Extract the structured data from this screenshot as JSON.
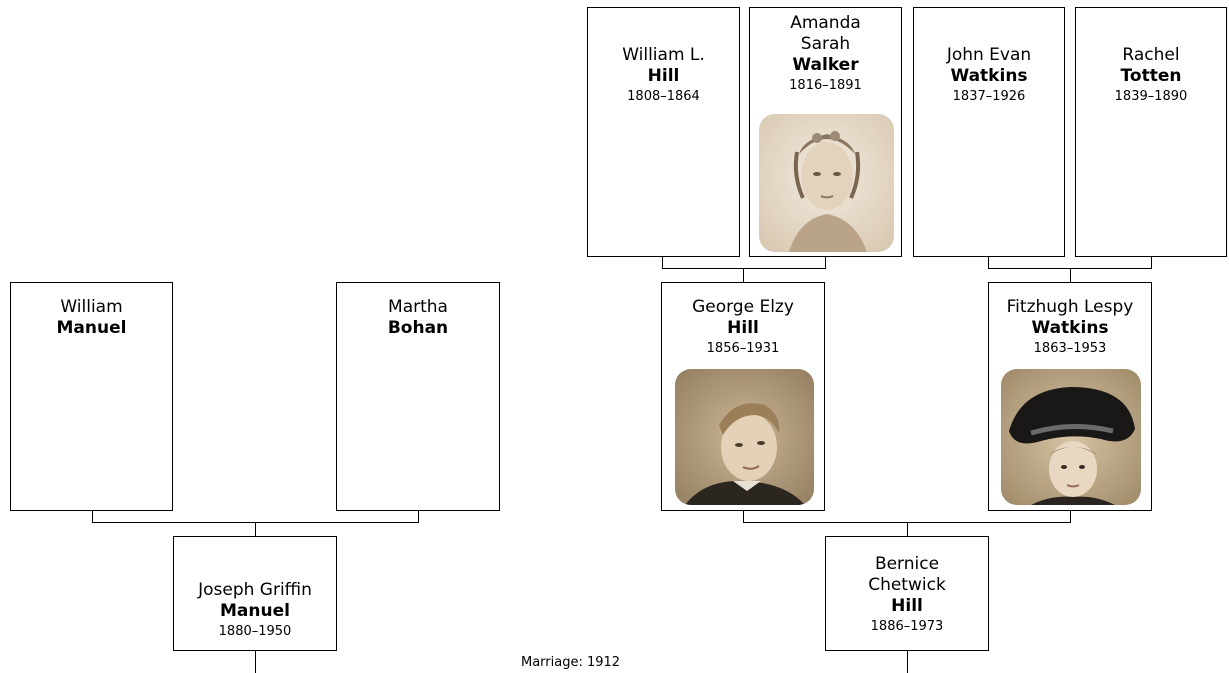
{
  "people": {
    "william_l_hill": {
      "given_lines": [
        "William L."
      ],
      "surname": "Hill",
      "dates": "1808–1864"
    },
    "amanda_walker": {
      "given_lines": [
        "Amanda",
        "Sarah"
      ],
      "surname": "Walker",
      "dates": "1816–1891"
    },
    "john_evan_watkins": {
      "given_lines": [
        "John Evan"
      ],
      "surname": "Watkins",
      "dates": "1837–1926"
    },
    "rachel_totten": {
      "given_lines": [
        "Rachel"
      ],
      "surname": "Totten",
      "dates": "1839–1890"
    },
    "william_manuel": {
      "given_lines": [
        "William"
      ],
      "surname": "Manuel",
      "dates": ""
    },
    "martha_bohan": {
      "given_lines": [
        "Martha"
      ],
      "surname": "Bohan",
      "dates": ""
    },
    "george_hill": {
      "given_lines": [
        "George Elzy"
      ],
      "surname": "Hill",
      "dates": "1856–1931"
    },
    "fitzhugh_watkins": {
      "given_lines": [
        "Fitzhugh Lespy"
      ],
      "surname": "Watkins",
      "dates": "1863–1953"
    },
    "joseph_manuel": {
      "given_lines": [
        "Joseph Griffin"
      ],
      "surname": "Manuel",
      "dates": "1880–1950"
    },
    "bernice_hill": {
      "given_lines": [
        "Bernice",
        "Chetwick"
      ],
      "surname": "Hill",
      "dates": "1886–1973"
    }
  },
  "marriage_label": "Marriage: 1912",
  "photo_tint": "#c8b69a"
}
